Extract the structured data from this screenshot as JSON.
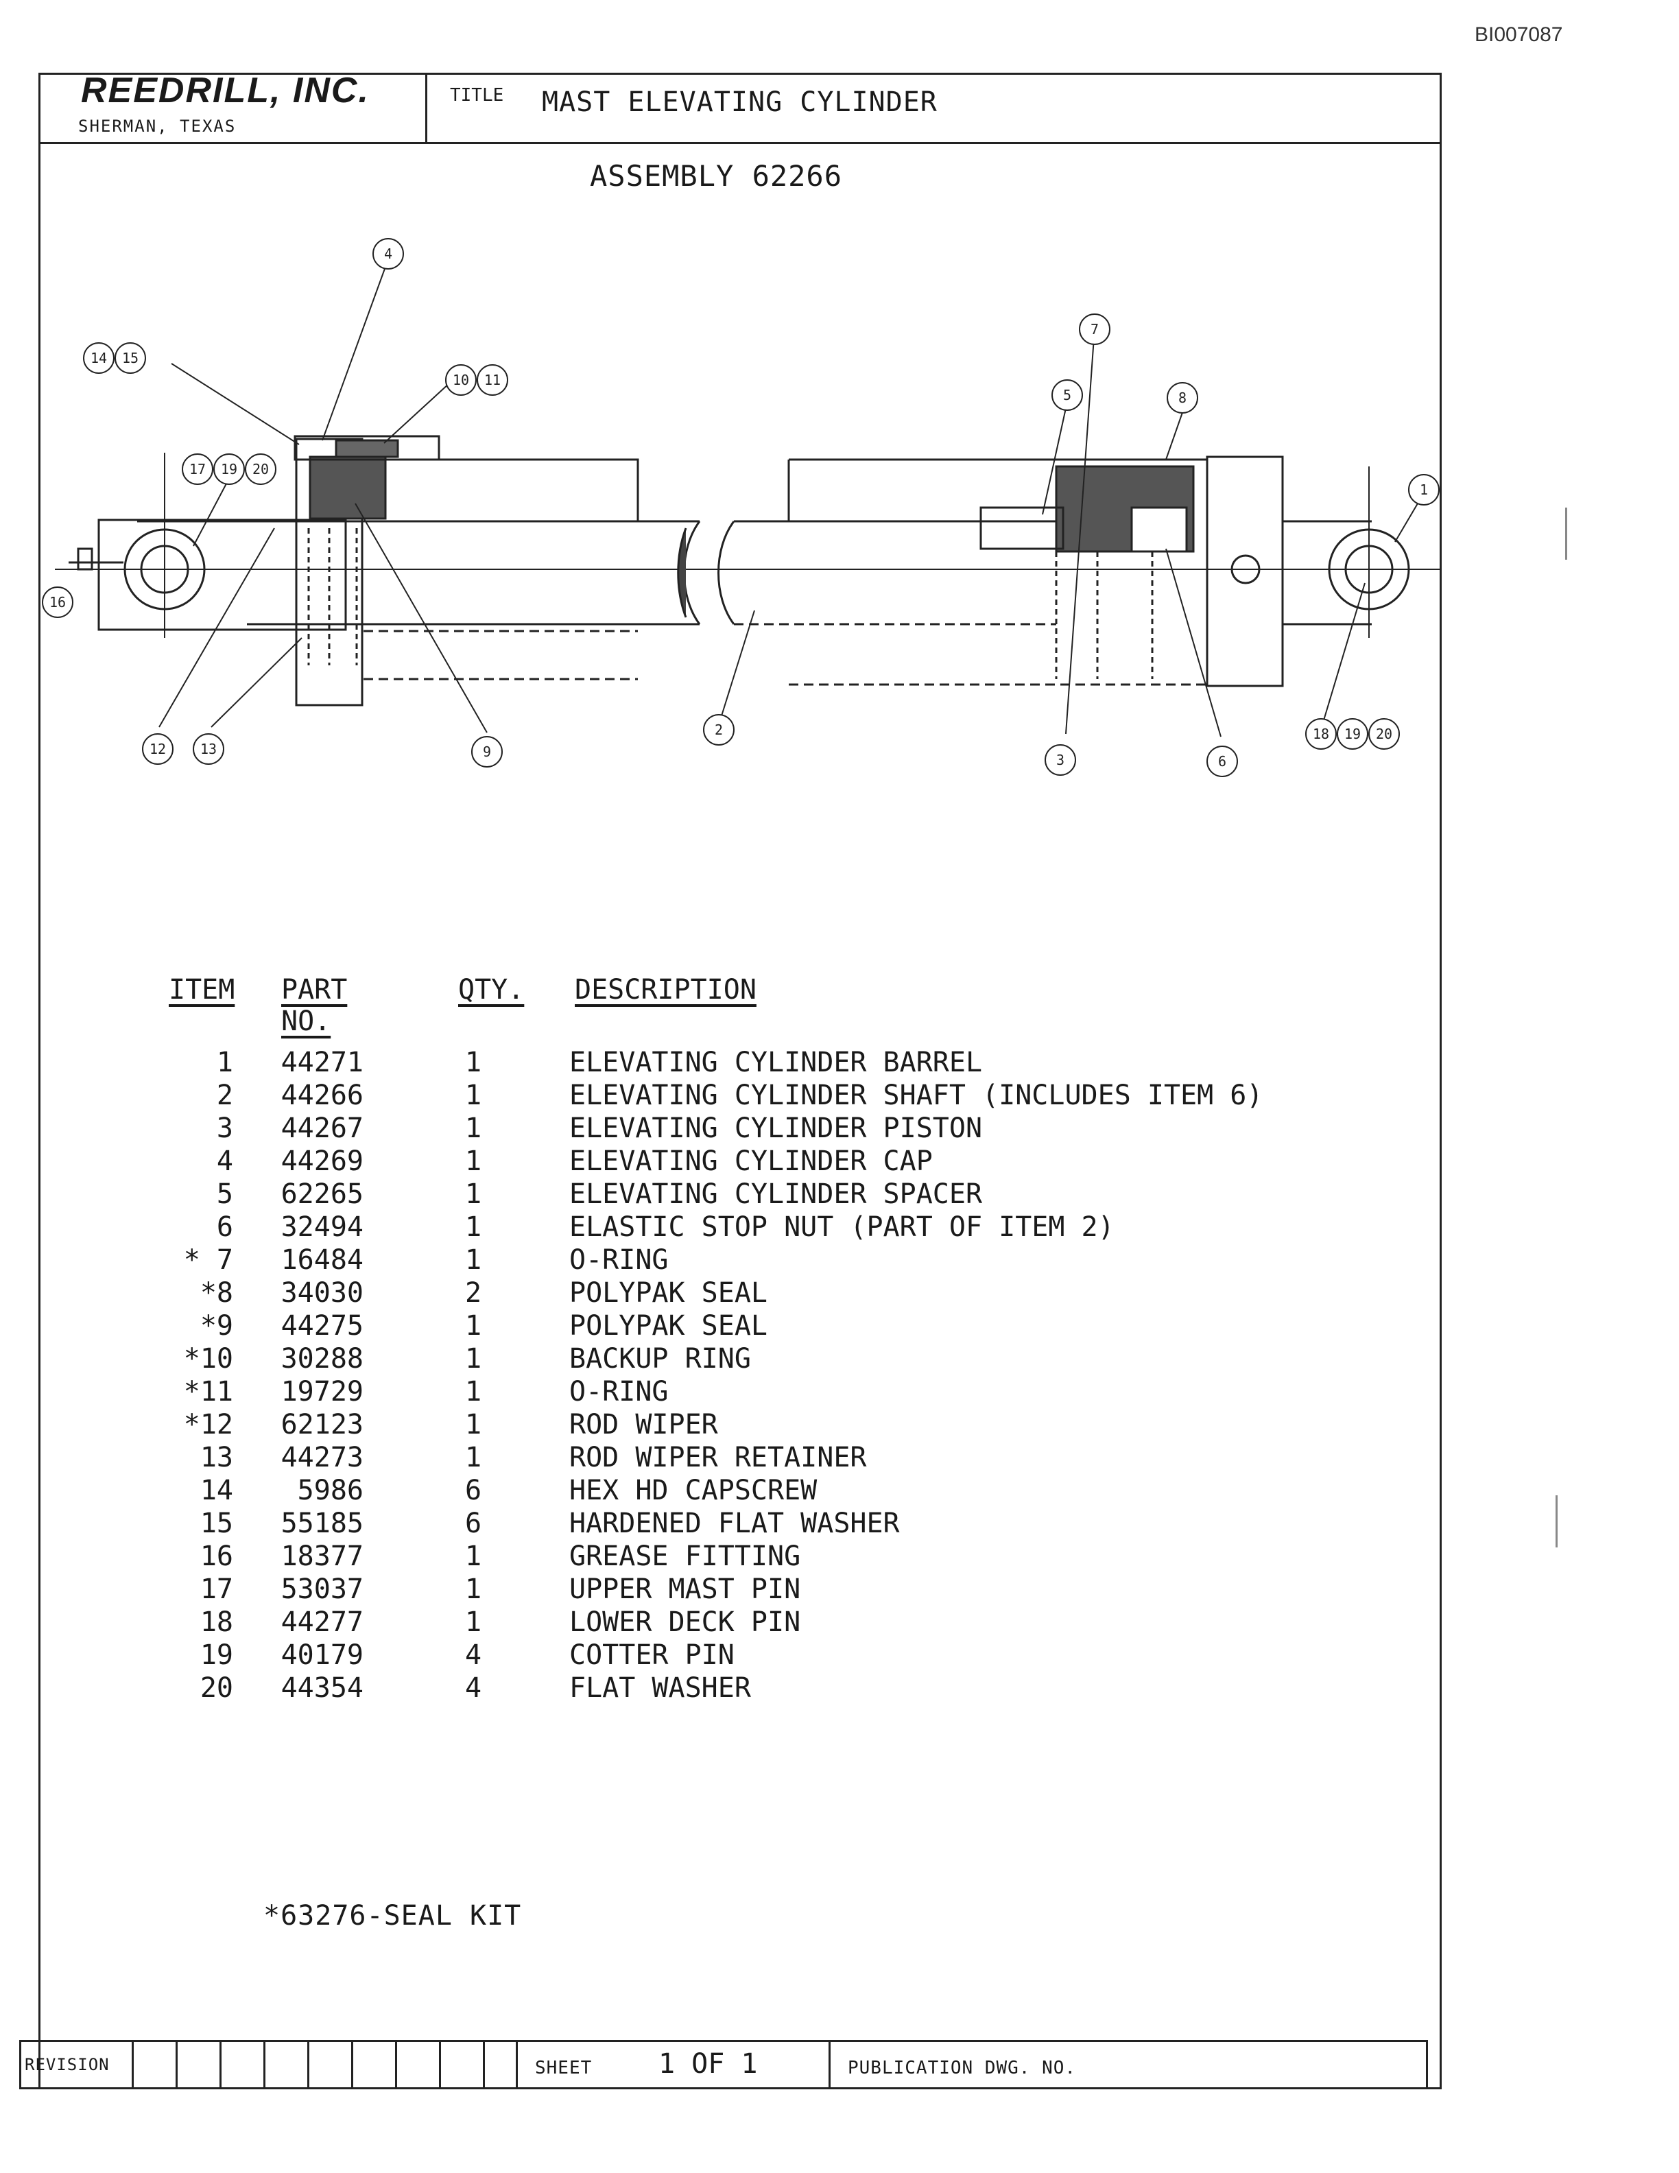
{
  "document_id": "BI007087",
  "header": {
    "company": "REEDRILL, INC.",
    "location": "SHERMAN, TEXAS",
    "title_label": "TITLE",
    "title": "MAST ELEVATING CYLINDER"
  },
  "assembly": "ASSEMBLY 62266",
  "callouts": [
    "14",
    "15",
    "4",
    "10",
    "11",
    "17",
    "19",
    "20",
    "16",
    "12",
    "13",
    "9",
    "2",
    "7",
    "5",
    "8",
    "1",
    "3",
    "6",
    "18",
    "19",
    "20"
  ],
  "table": {
    "headers": {
      "item": "ITEM",
      "part": "PART NO.",
      "qty": "QTY.",
      "desc": "DESCRIPTION"
    },
    "rows": [
      {
        "item": "1",
        "part": "44271",
        "qty": "1",
        "desc": "ELEVATING CYLINDER BARREL"
      },
      {
        "item": "2",
        "part": "44266",
        "qty": "1",
        "desc": "ELEVATING CYLINDER SHAFT (INCLUDES ITEM 6)"
      },
      {
        "item": "3",
        "part": "44267",
        "qty": "1",
        "desc": "ELEVATING CYLINDER PISTON"
      },
      {
        "item": "4",
        "part": "44269",
        "qty": "1",
        "desc": "ELEVATING CYLINDER CAP"
      },
      {
        "item": "5",
        "part": "62265",
        "qty": "1",
        "desc": "ELEVATING CYLINDER SPACER"
      },
      {
        "item": "6",
        "part": "32494",
        "qty": "1",
        "desc": "ELASTIC STOP NUT (PART OF ITEM 2)"
      },
      {
        "item": "* 7",
        "part": "16484",
        "qty": "1",
        "desc": "O-RING"
      },
      {
        "item": "*8",
        "part": "34030",
        "qty": "2",
        "desc": "POLYPAK SEAL"
      },
      {
        "item": "*9",
        "part": "44275",
        "qty": "1",
        "desc": "POLYPAK SEAL"
      },
      {
        "item": "*10",
        "part": "30288",
        "qty": "1",
        "desc": "BACKUP RING"
      },
      {
        "item": "*11",
        "part": "19729",
        "qty": "1",
        "desc": "O-RING"
      },
      {
        "item": "*12",
        "part": "62123",
        "qty": "1",
        "desc": "ROD WIPER"
      },
      {
        "item": "13",
        "part": "44273",
        "qty": "1",
        "desc": "ROD WIPER RETAINER"
      },
      {
        "item": "14",
        "part": "5986",
        "qty": "6",
        "desc": "HEX HD CAPSCREW"
      },
      {
        "item": "15",
        "part": "55185",
        "qty": "6",
        "desc": "HARDENED FLAT WASHER"
      },
      {
        "item": "16",
        "part": "18377",
        "qty": "1",
        "desc": "GREASE FITTING"
      },
      {
        "item": "17",
        "part": "53037",
        "qty": "1",
        "desc": "UPPER MAST PIN"
      },
      {
        "item": "18",
        "part": "44277",
        "qty": "1",
        "desc": "LOWER DECK PIN"
      },
      {
        "item": "19",
        "part": "40179",
        "qty": "4",
        "desc": "COTTER PIN"
      },
      {
        "item": "20",
        "part": "44354",
        "qty": "4",
        "desc": "FLAT WASHER"
      }
    ]
  },
  "seal_kit": "*63276-SEAL KIT",
  "footer": {
    "revision_label": "REVISION",
    "sheet_label": "SHEET",
    "sheet_value": "1 OF 1",
    "publication_label": "PUBLICATION DWG. NO."
  }
}
